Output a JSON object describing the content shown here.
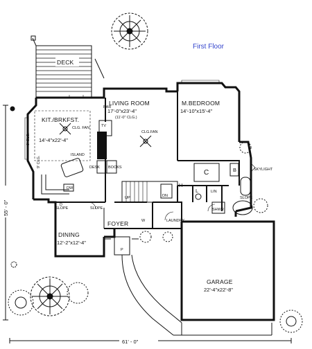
{
  "title": "First Floor",
  "rooms": {
    "deck": "DECK",
    "bar": "BAR",
    "living_name": "LIVING ROOM",
    "living_dim": "17'-0\"x23'-4\"",
    "living_clg": "(11'-0\" CLG.)",
    "fan_living": "CLG.FAN",
    "kitchen_name": "KIT./BRKFST.",
    "kitchen_dim": "14'-4\"x22'-4\"",
    "fan_kitchen": "CLG. FAN",
    "island": "ISLAND",
    "clg_9": "9' CLG.",
    "clg_9b": "9' CLG.",
    "dw": "DW",
    "desk": "DESK",
    "books": "BOOKS",
    "tv": "TV",
    "master_name": "M.BEDROOM",
    "master_dim": "14'-10\"x15'-4\"",
    "skylight": "SKYLIGHT",
    "slope": "SLOPE",
    "dining_name": "DINING",
    "dining_dim": "12'-2\"x12'-4\"",
    "foyer": "FOYER",
    "laundry": "LAUNDRY",
    "garage_name": "GARAGE",
    "garage_dim": "22'-4\"x22'-8\"",
    "up": "UP",
    "dn": "DN",
    "lin": "LIN",
    "shwr": "SHWR",
    "c": "C",
    "b": "B",
    "h": "H",
    "p": "P",
    "w": "W",
    "d": "D",
    "l": "L"
  },
  "dimensions": {
    "width": "61' - 0\"",
    "depth": "55' - 0\""
  }
}
